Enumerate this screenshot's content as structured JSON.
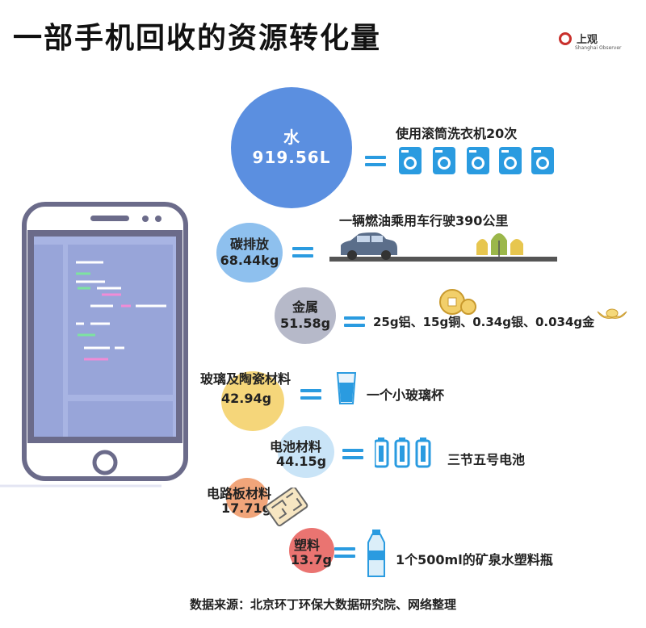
{
  "title": "一部手机回收的资源转化量",
  "logo": {
    "cn": "上观",
    "en": "Shanghai Observer"
  },
  "items": [
    {
      "name": "水",
      "amount": "919.56L",
      "desc": "使用滚筒洗衣机20次"
    },
    {
      "name": "碳排放",
      "amount": "68.44kg",
      "desc": "一辆燃油乘用车行驶390公里"
    },
    {
      "name": "金属",
      "amount": "51.58g",
      "desc": "25g铝、15g铜、0.34g银、0.034g金"
    },
    {
      "name": "玻璃及陶瓷材料",
      "amount": "42.94g",
      "desc": "一个小玻璃杯"
    },
    {
      "name": "电池材料",
      "amount": "44.15g",
      "desc": "三节五号电池"
    },
    {
      "name": "电路板材料",
      "amount": "17.71g"
    },
    {
      "name": "塑料",
      "amount": "13.7g",
      "desc": "1个500ml的矿泉水塑料瓶"
    }
  ],
  "source": "数据来源：北京环丁环保大数据研究院、网络整理",
  "colors": {
    "water": "#5b8fe0",
    "carbon": "#8ec0ee",
    "metal": "#b6b9c9",
    "glass": "#f5d67a",
    "battery": "#c9e4f7",
    "pcb": "#f1a57a",
    "plastic": "#ea7471",
    "accent": "#2a9be0"
  }
}
